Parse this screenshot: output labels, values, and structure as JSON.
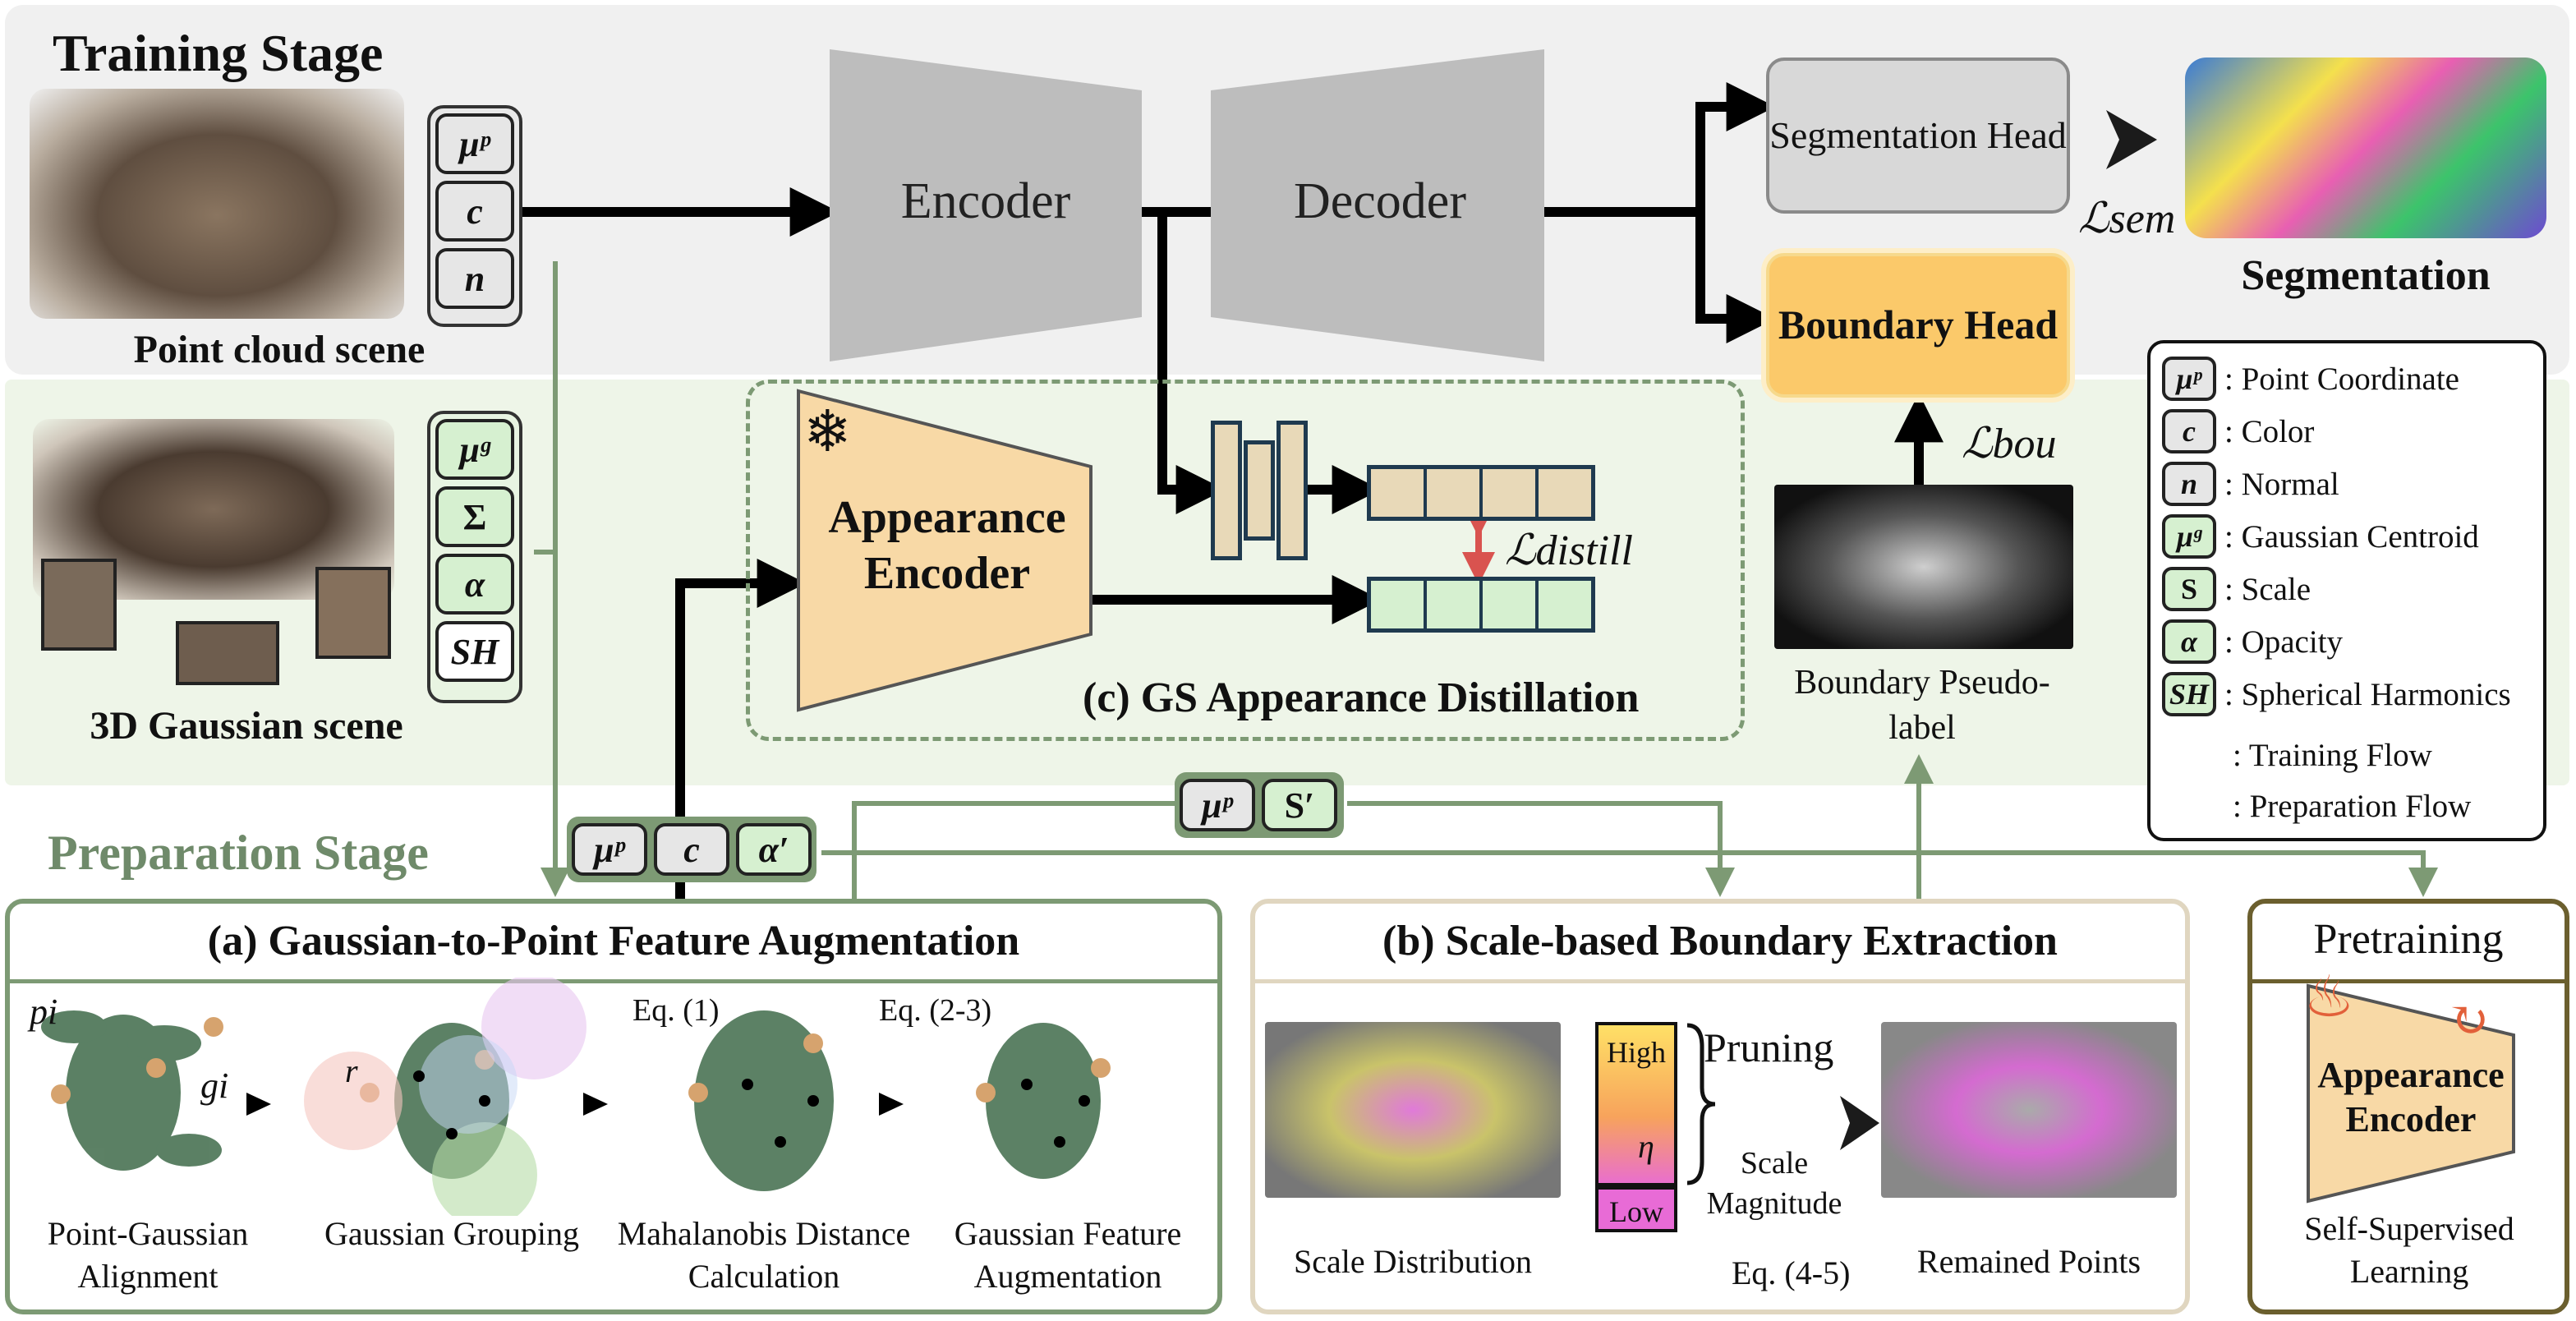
{
  "training_stage": {
    "title": "Training Stage",
    "point_cloud_caption": "Point cloud scene",
    "point_keys": [
      "μᵖ",
      "c",
      "n"
    ],
    "encoder": "Encoder",
    "decoder": "Decoder",
    "seg_head": "Segmentation Head",
    "boundary_head": "Boundary Head",
    "loss_sem": "ℒsem",
    "loss_bou": "ℒbou",
    "segmentation_caption": "Segmentation",
    "boundary_pseudo_label": "Boundary Pseudo-label"
  },
  "gaussian_scene": {
    "caption": "3D Gaussian scene",
    "keys": [
      "μᵍ",
      "Σ",
      "α",
      "SH"
    ]
  },
  "distillation": {
    "appearance_encoder": "Appearance Encoder",
    "loss_distill": "ℒdistill",
    "title": "(c) GS Appearance Distillation"
  },
  "preparation": {
    "title": "Preparation Stage",
    "keys_a": [
      "μᵖ",
      "c",
      "α′"
    ],
    "keys_b": [
      "μᵖ",
      "S′"
    ]
  },
  "panel_a": {
    "title": "(a) Gaussian-to-Point Feature Augmentation",
    "p_label": "pi",
    "g_label": "gi",
    "r_label": "r",
    "eq1": "Eq. (1)",
    "eq2": "Eq. (2-3)",
    "steps": [
      "Point-Gaussian Alignment",
      "Gaussian Grouping",
      "Mahalanobis Distance Calculation",
      "Gaussian Feature Augmentation"
    ]
  },
  "panel_b": {
    "title": "(b) Scale-based Boundary Extraction",
    "high": "High",
    "low": "Low",
    "eta": "η",
    "pruning": "Pruning",
    "scale_magnitude": "Scale Magnitude",
    "eq": "Eq. (4-5)",
    "left_caption": "Scale Distribution",
    "right_caption": "Remained Points"
  },
  "pretraining": {
    "title": "Pretraining",
    "encoder": "Appearance Encoder",
    "caption": "Self-Supervised Learning"
  },
  "legend": {
    "items": [
      {
        "key": "μᵖ",
        "label": ": Point Coordinate",
        "green": false
      },
      {
        "key": "c",
        "label": ": Color",
        "green": false
      },
      {
        "key": "n",
        "label": ": Normal",
        "green": false
      },
      {
        "key": "μᵍ",
        "label": ": Gaussian Centroid",
        "green": true
      },
      {
        "key": "S",
        "label": ": Scale",
        "green": true
      },
      {
        "key": "α",
        "label": ": Opacity",
        "green": true
      },
      {
        "key": "SH",
        "label": ": Spherical Harmonics",
        "green": true
      }
    ],
    "training_flow": ": Training Flow",
    "preparation_flow": ": Preparation Flow"
  },
  "colors": {
    "training_bg": "#f0f0f0",
    "gaussian_bg": "#eef5e8",
    "prep_green": "#7d9a74",
    "appearance_orange": "#f8d9a6",
    "boundary_head": "#fbc96a"
  }
}
